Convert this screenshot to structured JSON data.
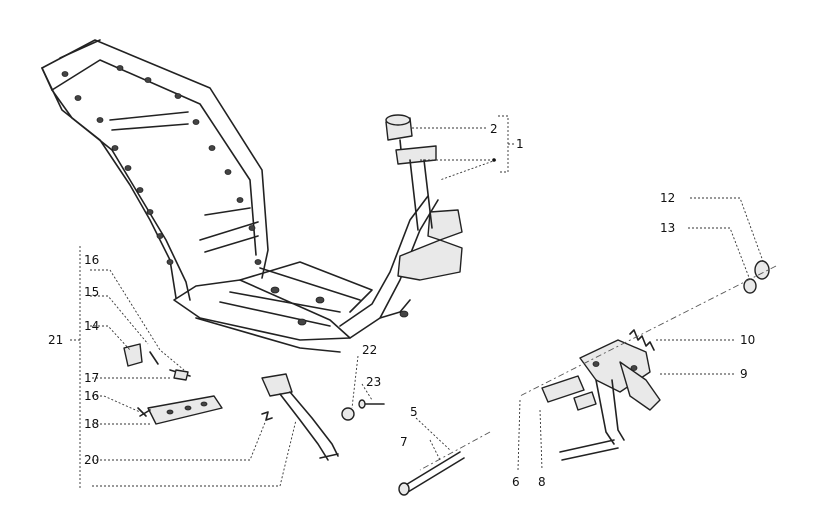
{
  "callouts": [
    {
      "id": "c1",
      "text": "1"
    },
    {
      "id": "c2",
      "text": "2"
    },
    {
      "id": "c5",
      "text": "5"
    },
    {
      "id": "c6",
      "text": "6"
    },
    {
      "id": "c7",
      "text": "7"
    },
    {
      "id": "c8",
      "text": "8"
    },
    {
      "id": "c9",
      "text": "9"
    },
    {
      "id": "c10",
      "text": "10"
    },
    {
      "id": "c12",
      "text": "12"
    },
    {
      "id": "c13",
      "text": "13"
    },
    {
      "id": "c14",
      "text": "14"
    },
    {
      "id": "c15",
      "text": "15"
    },
    {
      "id": "c16",
      "text": "16"
    },
    {
      "id": "c16b",
      "text": "16"
    },
    {
      "id": "c17",
      "text": "17"
    },
    {
      "id": "c18",
      "text": "18"
    },
    {
      "id": "c20",
      "text": "20"
    },
    {
      "id": "c21",
      "text": "21"
    },
    {
      "id": "c22",
      "text": "22"
    },
    {
      "id": "c23",
      "text": "23"
    }
  ]
}
